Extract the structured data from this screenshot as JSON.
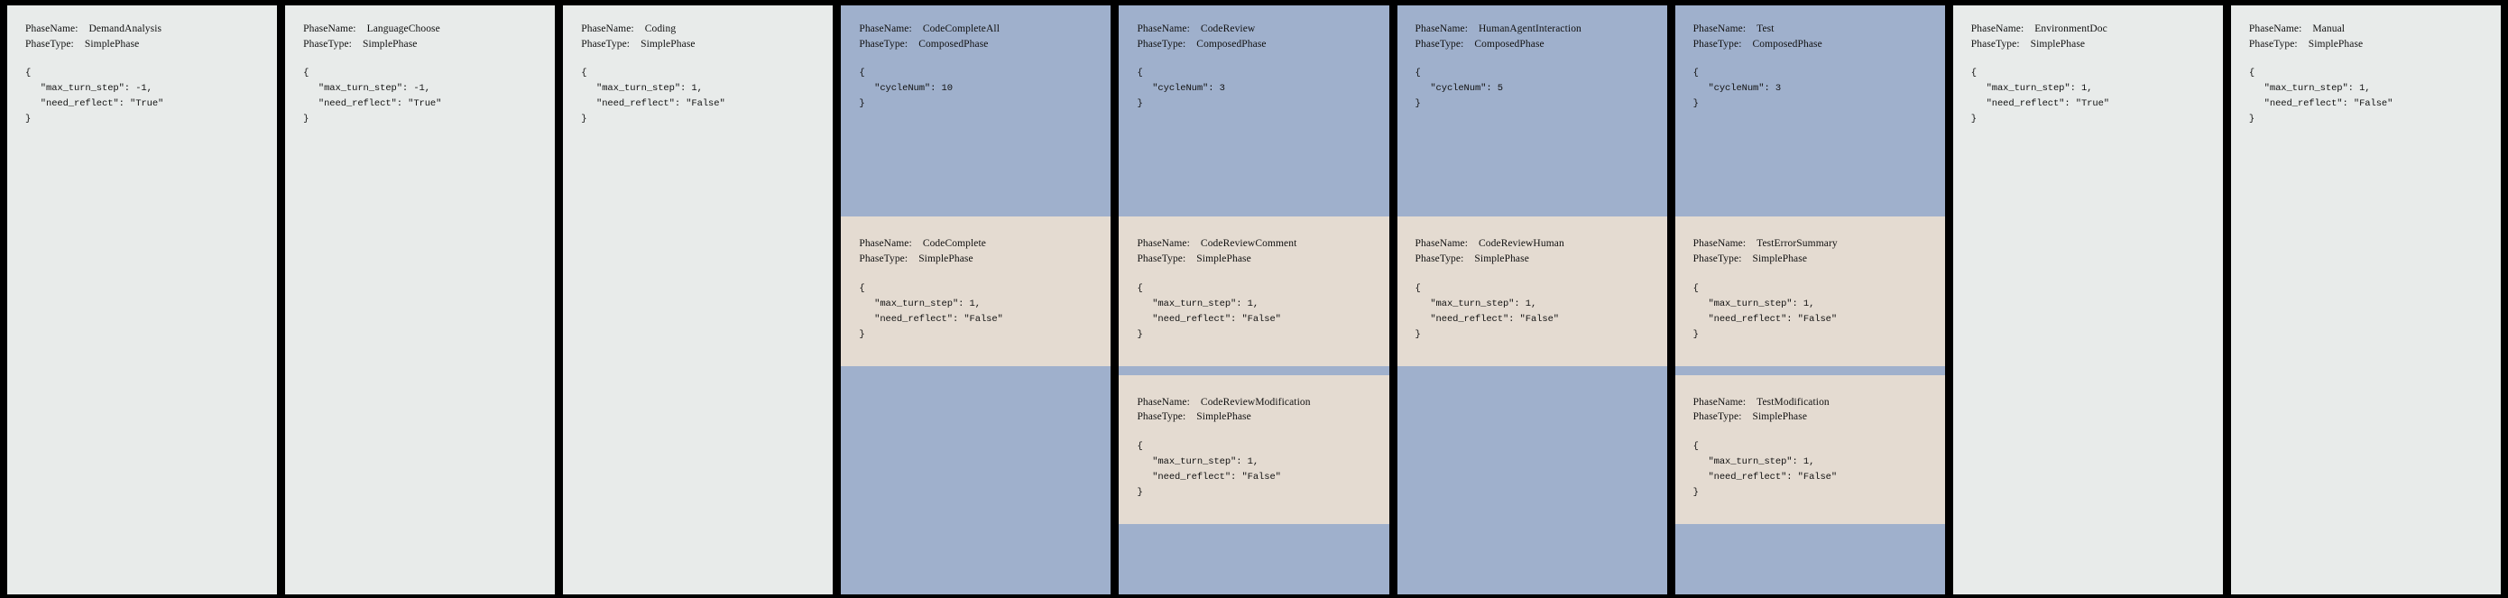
{
  "labels": {
    "phase_name": "PhaseName:",
    "phase_type": "PhaseType:"
  },
  "brace_open": "{",
  "brace_close": "}",
  "colors": {
    "background": "#000000",
    "simple_panel": "#e8ebea",
    "composed_panel": "#9fb0cc",
    "sub_phase_panel": "#e4dbd1",
    "text": "#101010"
  },
  "panels": [
    {
      "name": "DemandAnalysis",
      "type": "SimplePhase",
      "style": "simple",
      "config": {
        "max_turn_step": "\"max_turn_step\": -1,",
        "need_reflect": "\"need_reflect\": \"True\""
      },
      "sub_phases": []
    },
    {
      "name": "LanguageChoose",
      "type": "SimplePhase",
      "style": "simple",
      "config": {
        "max_turn_step": "\"max_turn_step\": -1,",
        "need_reflect": "\"need_reflect\": \"True\""
      },
      "sub_phases": []
    },
    {
      "name": "Coding",
      "type": "SimplePhase",
      "style": "simple",
      "config": {
        "max_turn_step": "\"max_turn_step\": 1,",
        "need_reflect": "\"need_reflect\": \"False\""
      },
      "sub_phases": []
    },
    {
      "name": "CodeCompleteAll",
      "type": "ComposedPhase",
      "style": "composed",
      "config": {
        "cycle_num": "\"cycleNum\": 10"
      },
      "sub_phases": [
        {
          "name": "CodeComplete",
          "type": "SimplePhase",
          "config": {
            "max_turn_step": "\"max_turn_step\": 1,",
            "need_reflect": "\"need_reflect\": \"False\""
          }
        }
      ]
    },
    {
      "name": "CodeReview",
      "type": "ComposedPhase",
      "style": "composed",
      "config": {
        "cycle_num": "\"cycleNum\": 3"
      },
      "sub_phases": [
        {
          "name": "CodeReviewComment",
          "type": "SimplePhase",
          "config": {
            "max_turn_step": "\"max_turn_step\": 1,",
            "need_reflect": "\"need_reflect\": \"False\""
          }
        },
        {
          "name": "CodeReviewModification",
          "type": "SimplePhase",
          "config": {
            "max_turn_step": "\"max_turn_step\": 1,",
            "need_reflect": "\"need_reflect\": \"False\""
          }
        }
      ]
    },
    {
      "name": "HumanAgentInteraction",
      "type": "ComposedPhase",
      "style": "composed",
      "config": {
        "cycle_num": "\"cycleNum\": 5"
      },
      "sub_phases": [
        {
          "name": "CodeReviewHuman",
          "type": "SimplePhase",
          "config": {
            "max_turn_step": "\"max_turn_step\": 1,",
            "need_reflect": "\"need_reflect\": \"False\""
          }
        }
      ]
    },
    {
      "name": "Test",
      "type": "ComposedPhase",
      "style": "composed",
      "config": {
        "cycle_num": "\"cycleNum\": 3"
      },
      "sub_phases": [
        {
          "name": "TestErrorSummary",
          "type": "SimplePhase",
          "config": {
            "max_turn_step": "\"max_turn_step\": 1,",
            "need_reflect": "\"need_reflect\": \"False\""
          }
        },
        {
          "name": "TestModification",
          "type": "SimplePhase",
          "config": {
            "max_turn_step": "\"max_turn_step\": 1,",
            "need_reflect": "\"need_reflect\": \"False\""
          }
        }
      ]
    },
    {
      "name": "EnvironmentDoc",
      "type": "SimplePhase",
      "style": "simple",
      "config": {
        "max_turn_step": "\"max_turn_step\": 1,",
        "need_reflect": "\"need_reflect\": \"True\""
      },
      "sub_phases": []
    },
    {
      "name": "Manual",
      "type": "SimplePhase",
      "style": "simple",
      "config": {
        "max_turn_step": "\"max_turn_step\": 1,",
        "need_reflect": "\"need_reflect\": \"False\""
      },
      "sub_phases": []
    }
  ]
}
